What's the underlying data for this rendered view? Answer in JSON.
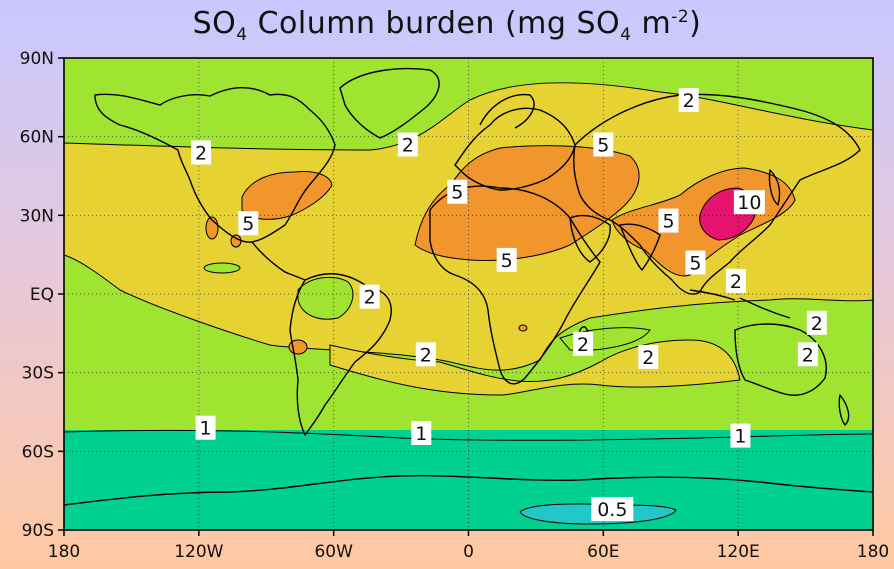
{
  "title": {
    "prefix": "SO",
    "sub1": "4",
    "middle": " Column burden (mg SO",
    "sub2": "4",
    "unit": " m",
    "sup": "-2",
    "suffix": ")"
  },
  "axes": {
    "lat_labels": [
      "90N",
      "60N",
      "30N",
      "EQ",
      "30S",
      "60S",
      "90S"
    ],
    "lon_labels": [
      "180",
      "120W",
      "60W",
      "0",
      "60E",
      "120E",
      "180"
    ]
  },
  "contour_labels": [
    {
      "text": "2",
      "lon": 98,
      "lat": 74
    },
    {
      "text": "2",
      "lon": -119,
      "lat": 54
    },
    {
      "text": "2",
      "lon": -27,
      "lat": 57
    },
    {
      "text": "5",
      "lon": 60,
      "lat": 57
    },
    {
      "text": "5",
      "lon": -5,
      "lat": 39
    },
    {
      "text": "5",
      "lon": -98,
      "lat": 27
    },
    {
      "text": "5",
      "lon": 89,
      "lat": 28
    },
    {
      "text": "10",
      "lon": 125,
      "lat": 35
    },
    {
      "text": "5",
      "lon": 17,
      "lat": 13
    },
    {
      "text": "5",
      "lon": 101,
      "lat": 12
    },
    {
      "text": "2",
      "lon": 119,
      "lat": 5
    },
    {
      "text": "2",
      "lon": -44,
      "lat": -1
    },
    {
      "text": "2",
      "lon": 155,
      "lat": -11
    },
    {
      "text": "2",
      "lon": 51,
      "lat": -19
    },
    {
      "text": "2",
      "lon": -19,
      "lat": -23
    },
    {
      "text": "2",
      "lon": 80,
      "lat": -24
    },
    {
      "text": "2",
      "lon": 151,
      "lat": -23
    },
    {
      "text": "1",
      "lon": -117,
      "lat": -51
    },
    {
      "text": "1",
      "lon": -21,
      "lat": -53
    },
    {
      "text": "1",
      "lon": 121,
      "lat": -54
    },
    {
      "text": "0.5",
      "lon": 64,
      "lat": -82
    }
  ],
  "colors": {
    "below_0_5": "#22c8c8",
    "c0_5_1": "#00d090",
    "c1_2": "#a0e432",
    "c2_5": "#e6d232",
    "c5_10": "#f0962d",
    "above_10": "#e6146e",
    "frame": "#000000"
  }
}
